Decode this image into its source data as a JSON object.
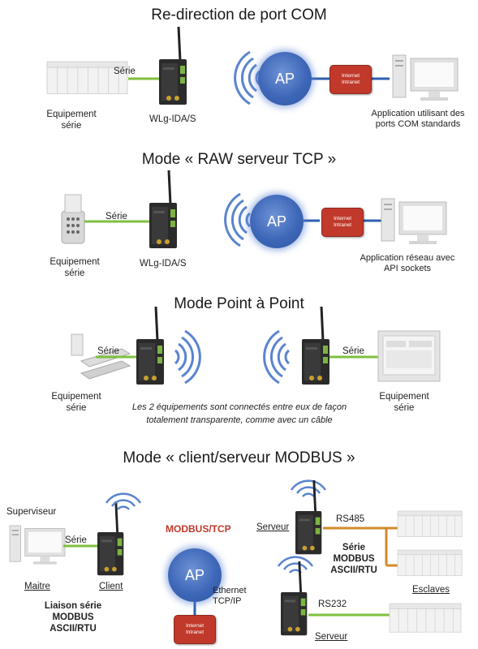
{
  "titles": {
    "s1": "Re-direction de port COM",
    "s2": "Mode « RAW serveur TCP »",
    "s3": "Mode Point à Point",
    "s4": "Mode « client/serveur MODBUS »"
  },
  "labels": {
    "serie": "Série",
    "equipement_serie": "Equipement série",
    "equipement": "Equipement",
    "serie_word": "série",
    "device": "WLg-IDA/S",
    "ap": "AP",
    "internet": "Internet",
    "intranet": "Intranet",
    "app_com_1": "Application utilisant des",
    "app_com_2": "ports COM standards",
    "app_sock_1": "Application réseau avec",
    "app_sock_2": "API sockets",
    "p2p_note_1": "Les 2 équipements sont connectés entre eux de façon",
    "p2p_note_2": "totalement transparente, comme avec un câble",
    "superviseur": "Superviseur",
    "maitre": "Maitre",
    "client": "Client",
    "modbus_tcp": "MODBUS/TCP",
    "liaison_1": "Liaison série",
    "liaison_2": "MODBUS",
    "liaison_3": "ASCII/RTU",
    "ethernet": "Ethernet",
    "tcpip": "TCP/IP",
    "serveur": "Serveur",
    "rs485": "RS485",
    "rs232": "RS232",
    "serie_modbus_1": "Série",
    "serie_modbus_2": "MODBUS",
    "serie_modbus_3": "ASCII/RTU",
    "esclaves": "Esclaves"
  },
  "colors": {
    "serial_line": "#7fbf3f",
    "ethernet_line": "#2f5fb0",
    "rs485_line": "#d08a2a",
    "ap": "#3e67b8",
    "internet_box": "#c0392b",
    "wifi_waves": "#5a84cf"
  }
}
